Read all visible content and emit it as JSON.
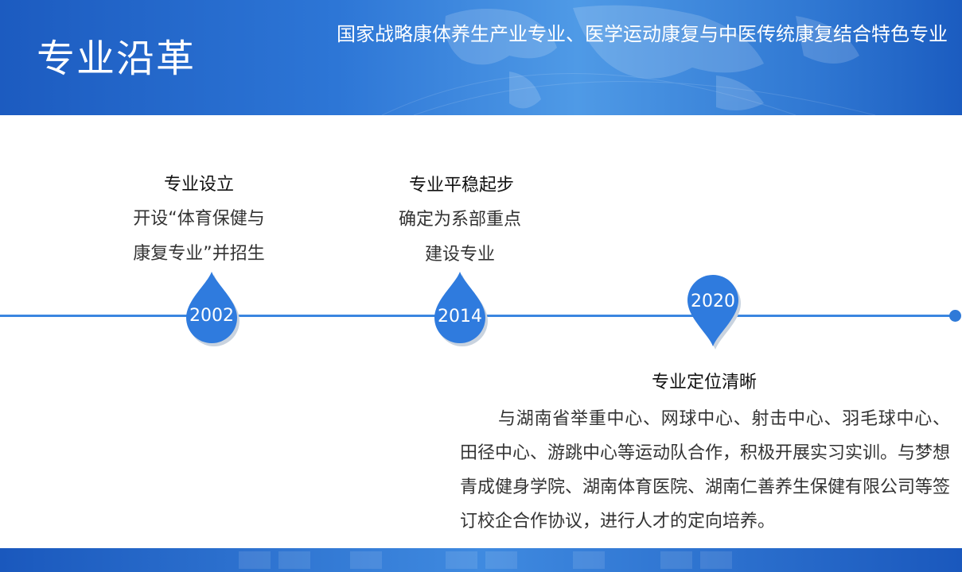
{
  "header": {
    "title": "专业沿革",
    "subtitle": "国家战略康体养生产业专业、医学运动康复与中医传统康复结合特色专业"
  },
  "milestones": [
    {
      "year": "2002",
      "title": "专业设立",
      "desc_line1": "开设“体育保健与",
      "desc_line2": "康复专业”并招生"
    },
    {
      "year": "2014",
      "title": "专业平稳起步",
      "desc_line1": "确定为系部重点",
      "desc_line2": "建设专业"
    },
    {
      "year": "2020",
      "title": "专业定位清晰",
      "desc": "与湖南省举重中心、网球中心、射击中心、羽毛球中心、田径中心、游跳中心等运动队合作，积极开展实习实训。与梦想青成健身学院、湖南体育医院、湖南仁善养生保健有限公司等签订校企合作协议，进行人才的定向培养。"
    }
  ],
  "colors": {
    "accent": "#2f7ad8",
    "header_dark": "#1c5bc0",
    "marker_fill": "#2f7bde"
  }
}
